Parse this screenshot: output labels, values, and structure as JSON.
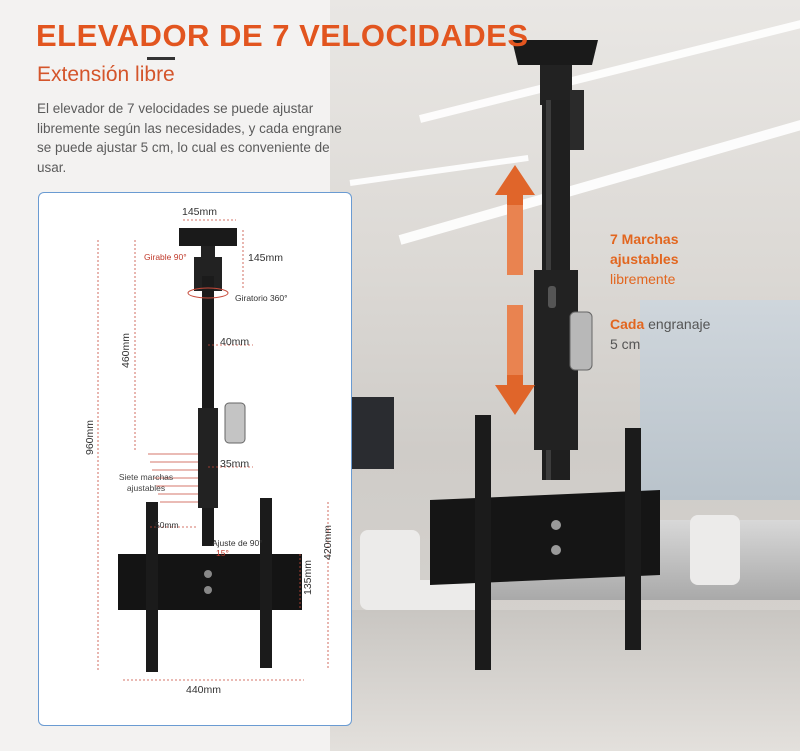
{
  "header": {
    "title": "ELEVADOR DE 7 VELOCIDADES",
    "subtitle": "Extensión libre",
    "description": "El elevador de 7 velocidades se puede ajustar libremente según las necesidades, y cada engrane se puede ajustar 5 cm, lo cual es conveniente de usar."
  },
  "diagram": {
    "width_top": "145mm",
    "height_top": "145mm",
    "tilt_label": "Girable 90°",
    "rotate_label": "Giratorio 360°",
    "height_pole": "460mm",
    "total_height": "960mm",
    "pole_upper": "40mm",
    "pole_lower": "35mm",
    "steps_label": "Siete marchas ajustables",
    "step_50": "50mm",
    "adjust_label": "Ajuste de 90°",
    "angle_label": "15°",
    "height_plate": "420mm",
    "height_bracket": "135mm",
    "width_bottom": "440mm"
  },
  "features": {
    "gears_line1": "7 Marchas",
    "gears_line2": "ajustables",
    "gears_line3": "libremente",
    "step_bold": "Cada",
    "step_rest": "engranaje",
    "step_line2": "5 cm"
  },
  "colors": {
    "accent": "#e2551f",
    "panel_border": "#6a9bd2",
    "dimension_red": "#c03a2b"
  }
}
